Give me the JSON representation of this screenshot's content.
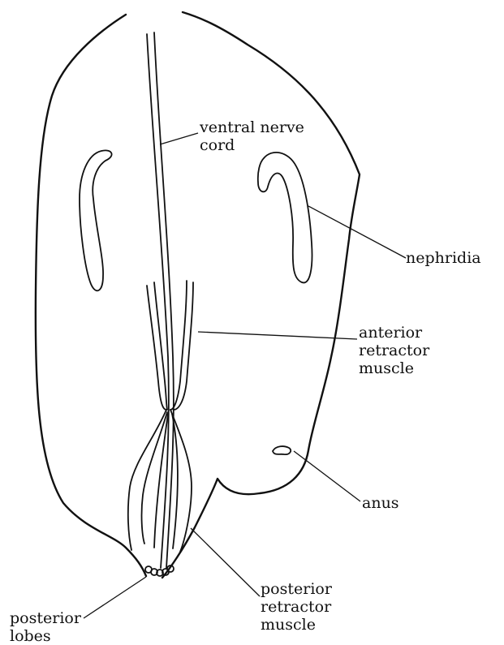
{
  "labels": {
    "ventral_nerve_cord": [
      "ventral nerve",
      "cord"
    ],
    "nephridia": [
      "nephridia"
    ],
    "anterior_retractor_muscle": [
      "anterior",
      "retractor",
      "muscle"
    ],
    "anus": [
      "anus"
    ],
    "posterior_retractor_muscle": [
      "posterior",
      "retractor",
      "muscle"
    ],
    "posterior_lobes": [
      "posterior",
      "lobes"
    ]
  },
  "colors": {
    "ink": "#111111",
    "background": "#ffffff"
  }
}
